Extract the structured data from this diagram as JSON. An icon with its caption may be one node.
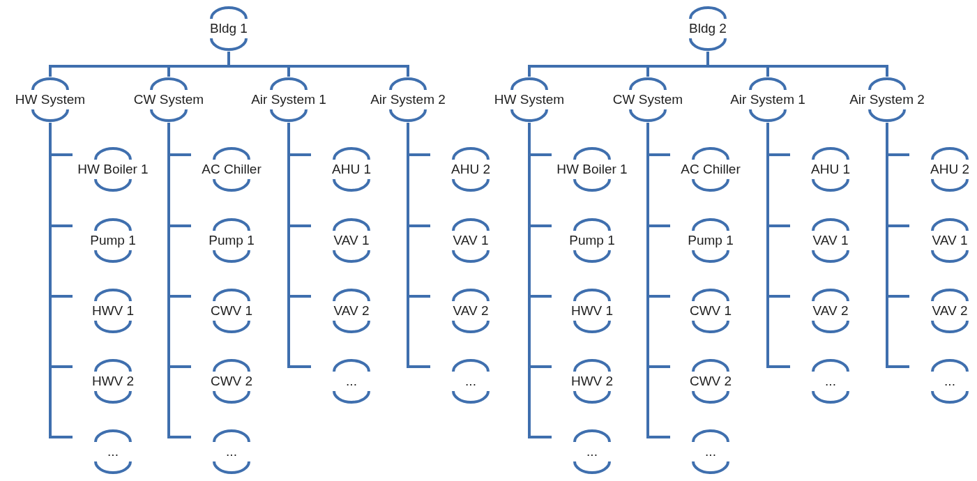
{
  "diagram": {
    "nodes": [
      {
        "text": [
          "Bldg 1"
        ]
      },
      {
        "text": [
          "HW System"
        ]
      },
      {
        "text": [
          "CW System"
        ]
      },
      {
        "text": [
          "Air System 1"
        ]
      },
      {
        "text": [
          "Air System 2"
        ]
      },
      {
        "text": [
          "HW Boiler 1"
        ]
      },
      {
        "text": [
          "Pump 1"
        ]
      },
      {
        "text": [
          "HWV 1"
        ]
      },
      {
        "text": [
          "HWV 2"
        ]
      },
      {
        "text": [
          "..."
        ]
      },
      {
        "text": [
          "AC Chiller"
        ]
      },
      {
        "text": [
          "Pump 1"
        ]
      },
      {
        "text": [
          "CWV 1"
        ]
      },
      {
        "text": [
          "CWV 2"
        ]
      },
      {
        "text": [
          "..."
        ]
      },
      {
        "text": [
          "AHU 1"
        ]
      },
      {
        "text": [
          "VAV 1"
        ]
      },
      {
        "text": [
          "VAV 2"
        ]
      },
      {
        "text": [
          "..."
        ]
      },
      {
        "text": [
          "AHU 2"
        ]
      },
      {
        "text": [
          "VAV 1"
        ]
      },
      {
        "text": [
          "VAV 2"
        ]
      },
      {
        "text": [
          "..."
        ]
      },
      {
        "text": [
          "Bldg 2"
        ]
      },
      {
        "text": [
          "HW System"
        ]
      },
      {
        "text": [
          "CW System"
        ]
      },
      {
        "text": [
          "Air System 1"
        ]
      },
      {
        "text": [
          "Air System 2"
        ]
      },
      {
        "text": [
          "HW Boiler 1"
        ]
      },
      {
        "text": [
          "Pump 1"
        ]
      },
      {
        "text": [
          "HWV 1"
        ]
      },
      {
        "text": [
          "HWV 2"
        ]
      },
      {
        "text": [
          "..."
        ]
      },
      {
        "text": [
          "AC Chiller"
        ]
      },
      {
        "text": [
          "Pump 1"
        ]
      },
      {
        "text": [
          "CWV 1"
        ]
      },
      {
        "text": [
          "CWV 2"
        ]
      },
      {
        "text": [
          "..."
        ]
      },
      {
        "text": [
          "AHU 1"
        ]
      },
      {
        "text": [
          "VAV 1"
        ]
      },
      {
        "text": [
          "VAV 2"
        ]
      },
      {
        "text": [
          "..."
        ]
      },
      {
        "text": [
          "AHU 2"
        ]
      },
      {
        "text": [
          "VAV 1"
        ]
      },
      {
        "text": [
          "VAV 2"
        ]
      },
      {
        "text": [
          "..."
        ]
      }
    ],
    "edges": [
      {
        "from": 0,
        "to": 1,
        "arrow": "none"
      },
      {
        "from": 0,
        "to": 2,
        "arrow": "none"
      },
      {
        "from": 0,
        "to": 3,
        "arrow": "none"
      },
      {
        "from": 0,
        "to": 4,
        "arrow": "none"
      },
      {
        "from": 1,
        "to": 5,
        "arrow": "none"
      },
      {
        "from": 1,
        "to": 6,
        "arrow": "none"
      },
      {
        "from": 1,
        "to": 7,
        "arrow": "none"
      },
      {
        "from": 1,
        "to": 8,
        "arrow": "none"
      },
      {
        "from": 1,
        "to": 9,
        "arrow": "none"
      },
      {
        "from": 2,
        "to": 10,
        "arrow": "none"
      },
      {
        "from": 2,
        "to": 11,
        "arrow": "none"
      },
      {
        "from": 2,
        "to": 12,
        "arrow": "none"
      },
      {
        "from": 2,
        "to": 13,
        "arrow": "none"
      },
      {
        "from": 2,
        "to": 14,
        "arrow": "none"
      },
      {
        "from": 3,
        "to": 15,
        "arrow": "none"
      },
      {
        "from": 3,
        "to": 16,
        "arrow": "none"
      },
      {
        "from": 3,
        "to": 17,
        "arrow": "none"
      },
      {
        "from": 3,
        "to": 18,
        "arrow": "none"
      },
      {
        "from": 4,
        "to": 19,
        "arrow": "none"
      },
      {
        "from": 4,
        "to": 20,
        "arrow": "none"
      },
      {
        "from": 4,
        "to": 21,
        "arrow": "none"
      },
      {
        "from": 4,
        "to": 22,
        "arrow": "none"
      },
      {
        "from": 23,
        "to": 24,
        "arrow": "none"
      },
      {
        "from": 23,
        "to": 25,
        "arrow": "none"
      },
      {
        "from": 23,
        "to": 26,
        "arrow": "none"
      },
      {
        "from": 23,
        "to": 27,
        "arrow": "none"
      },
      {
        "from": 24,
        "to": 28,
        "arrow": "none"
      },
      {
        "from": 24,
        "to": 29,
        "arrow": "none"
      },
      {
        "from": 24,
        "to": 30,
        "arrow": "none"
      },
      {
        "from": 24,
        "to": 31,
        "arrow": "none"
      },
      {
        "from": 24,
        "to": 32,
        "arrow": "none"
      },
      {
        "from": 25,
        "to": 33,
        "arrow": "none"
      },
      {
        "from": 25,
        "to": 34,
        "arrow": "none"
      },
      {
        "from": 25,
        "to": 35,
        "arrow": "none"
      },
      {
        "from": 25,
        "to": 36,
        "arrow": "none"
      },
      {
        "from": 25,
        "to": 37,
        "arrow": "none"
      },
      {
        "from": 26,
        "to": 38,
        "arrow": "none"
      },
      {
        "from": 26,
        "to": 39,
        "arrow": "none"
      },
      {
        "from": 26,
        "to": 40,
        "arrow": "none"
      },
      {
        "from": 26,
        "to": 41,
        "arrow": "none"
      },
      {
        "from": 27,
        "to": 42,
        "arrow": "none"
      },
      {
        "from": 27,
        "to": 43,
        "arrow": "none"
      },
      {
        "from": 27,
        "to": 44,
        "arrow": "none"
      },
      {
        "from": 27,
        "to": 45,
        "arrow": "none"
      }
    ]
  }
}
